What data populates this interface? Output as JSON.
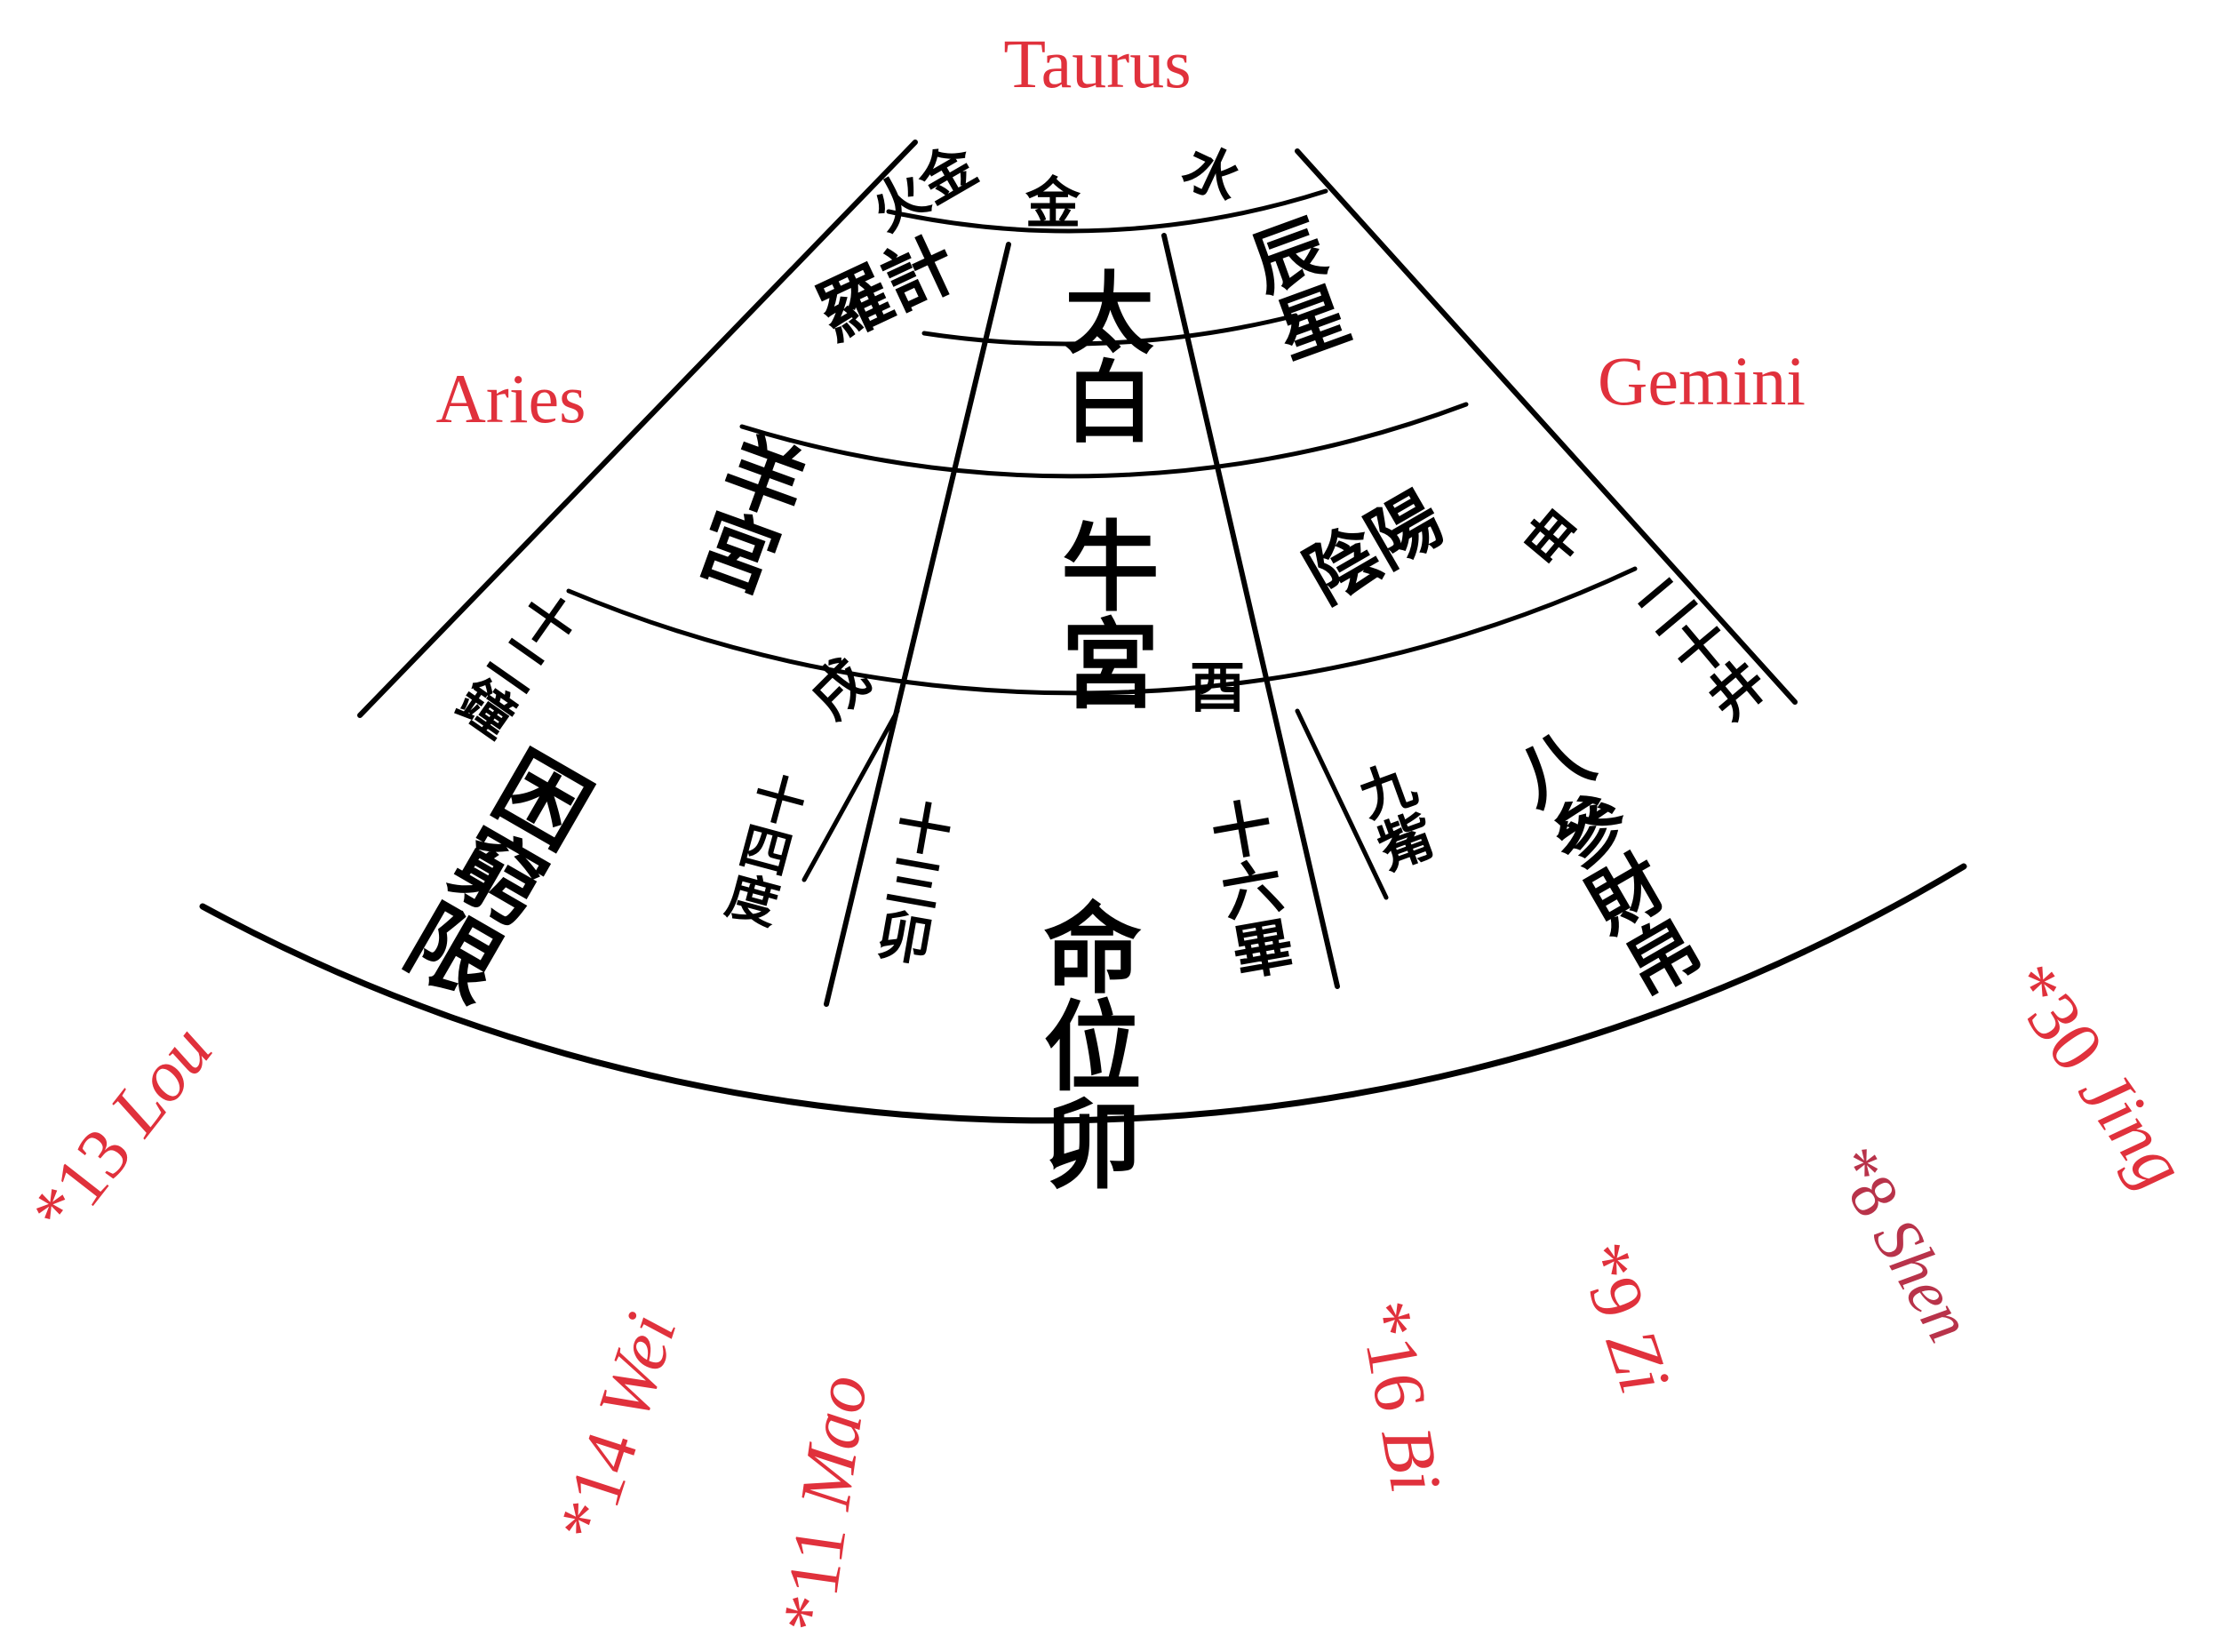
{
  "colors": {
    "ink": "#000000",
    "annotation": "#e0313c",
    "annotation_muted": "#b8334a",
    "background": "#ffffff"
  },
  "zodiac": {
    "top": "Taurus",
    "left": "Aries",
    "right": "Gemini"
  },
  "lunar_lodges": [
    {
      "label": "*13 Lou",
      "italic_part": "Lou"
    },
    {
      "label": "*14 Wei",
      "italic_part": "Wei"
    },
    {
      "label": "*11 Mao",
      "italic_part": "Mao"
    },
    {
      "label": "*16 Bi",
      "italic_part": "Bi"
    },
    {
      "label": "*9 Zi",
      "italic_part": "Zi"
    },
    {
      "label": "*8 Shen",
      "italic_part": "Shen"
    },
    {
      "label": "*30 Jing",
      "italic_part": "Jing"
    }
  ],
  "chinese_text": {
    "ring1": {
      "left": "火金",
      "center": "金",
      "right": "水"
    },
    "ring2": {
      "left": "羅計",
      "center": "太白",
      "right": "辰星"
    },
    "ring3": {
      "left": "羊宮",
      "center": "牛宮",
      "right": "陰陽"
    },
    "ring4": {
      "left": "戌",
      "center": "酉",
      "right": "申"
    },
    "outer": {
      "far_left": "十二鐘",
      "left": "困窮限",
      "left_mid": "十四度",
      "center_left": "十三卯",
      "center": "命位卯",
      "center_right": "十六畢",
      "right_mid": "九觜",
      "right": "八參財帛",
      "far_right": "二十井"
    }
  }
}
